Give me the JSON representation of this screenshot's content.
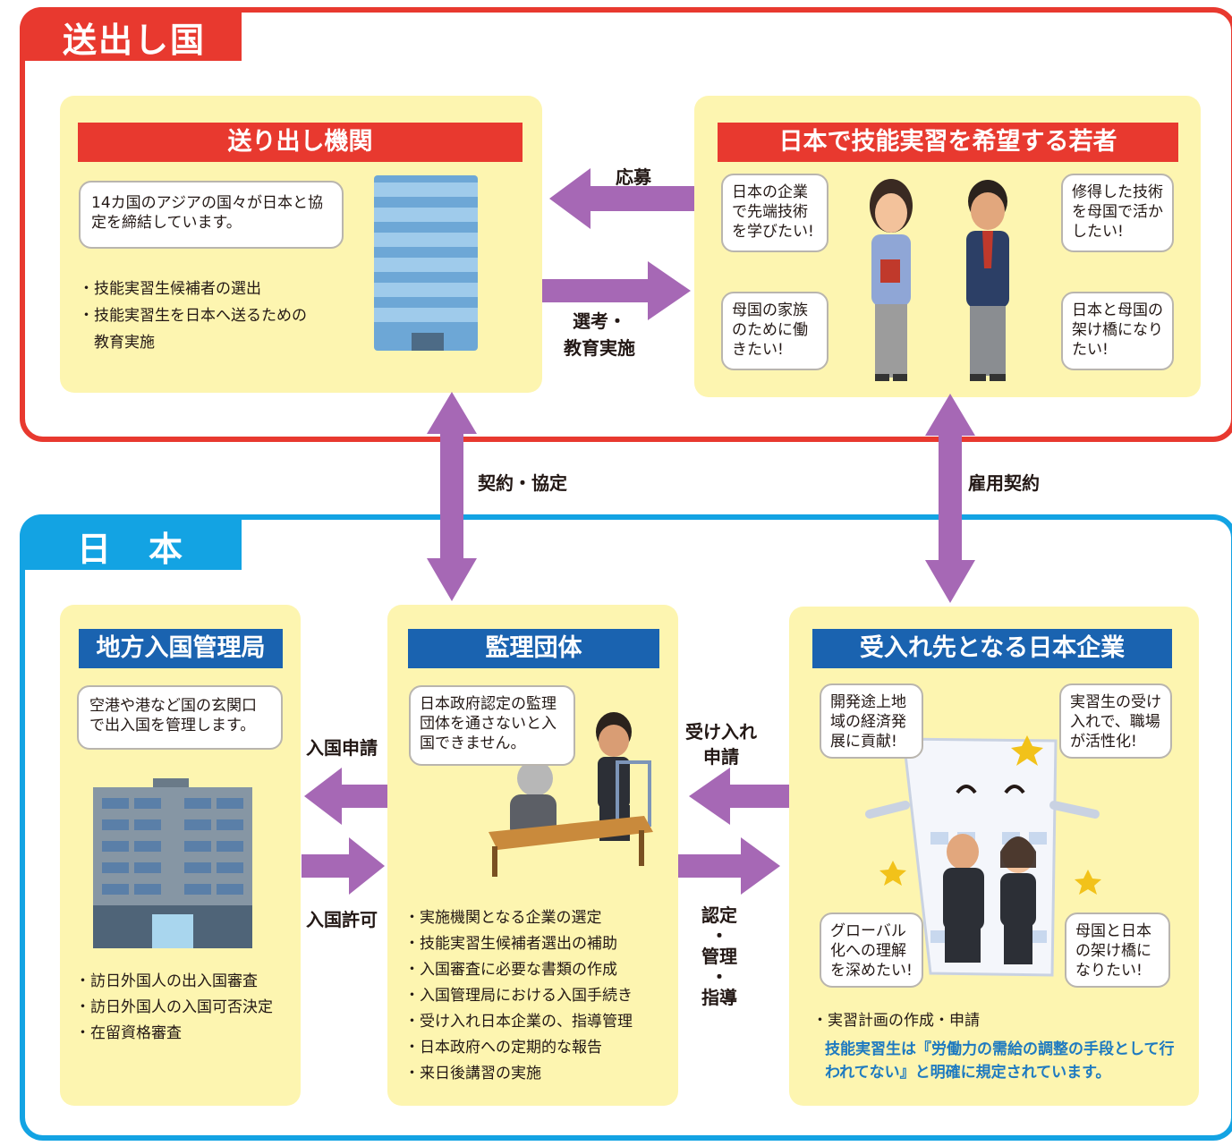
{
  "colors": {
    "red": "#e8392f",
    "blue": "#13a3e3",
    "panel": "#fdf5b0",
    "arrow": "#a668b5",
    "header_blue": "#1a63b0"
  },
  "sending_country": {
    "tab": "送出し国",
    "agency": {
      "title": "送り出し機関",
      "bubble": "14カ国のアジアの国々が日本と協定を締結しています。",
      "items": [
        "・技能実習生候補者の選出",
        "・技能実習生を日本へ送るための",
        "　教育実施"
      ],
      "icon": "office-building-icon"
    },
    "youth": {
      "title": "日本で技能実習を希望する若者",
      "bubbles": [
        "日本の企業で先端技術を学びたい!",
        "修得した技術を母国で活かしたい!",
        "母国の家族のために働きたい!",
        "日本と母国の架け橋になりたい!"
      ],
      "icons": [
        "young-woman-icon",
        "young-man-icon"
      ]
    }
  },
  "flows": {
    "apply": "応募",
    "select_educate": "選考・\n教育実施",
    "contract_agreement": "契約・協定",
    "employment_contract": "雇用契約",
    "entry_application": "入国申請",
    "entry_permission": "入国許可",
    "acceptance_application": "受け入れ\n申請",
    "certify_manage_guide": "認定\n・\n管理\n・\n指導"
  },
  "japan": {
    "tab": "日　本",
    "immigration": {
      "title": "地方入国管理局",
      "bubble": "空港や港など国の玄関口で出入国を管理します。",
      "items": [
        "・訪日外国人の出入国審査",
        "・訪日外国人の入国可否決定",
        "・在留資格審査"
      ],
      "icon": "government-building-icon"
    },
    "supervising": {
      "title": "監理団体",
      "bubble": "日本政府認定の監理団体を通さないと入国できません。",
      "items": [
        "・実施機関となる企業の選定",
        "・技能実習生候補者選出の補助",
        "・入国審査に必要な書類の作成",
        "・入国管理局における入国手続き",
        "・受け入れ日本企業の、指導管理",
        "・日本政府への定期的な報告",
        "・来日後講習の実施"
      ],
      "icon": "meeting-icon"
    },
    "company": {
      "title": "受入れ先となる日本企業",
      "bubbles": [
        "開発途上地域の経済発展に貢献!",
        "実習生の受け入れで、職場が活性化!",
        "グローバル化への理解を深めたい!",
        "母国と日本の架け橋になりたい!"
      ],
      "items": [
        "・実習計画の作成・申請"
      ],
      "note": "技能実習生は『労働力の需給の調整の手段として行われてない』と明確に規定されています。",
      "icon": "happy-company-icon"
    }
  }
}
